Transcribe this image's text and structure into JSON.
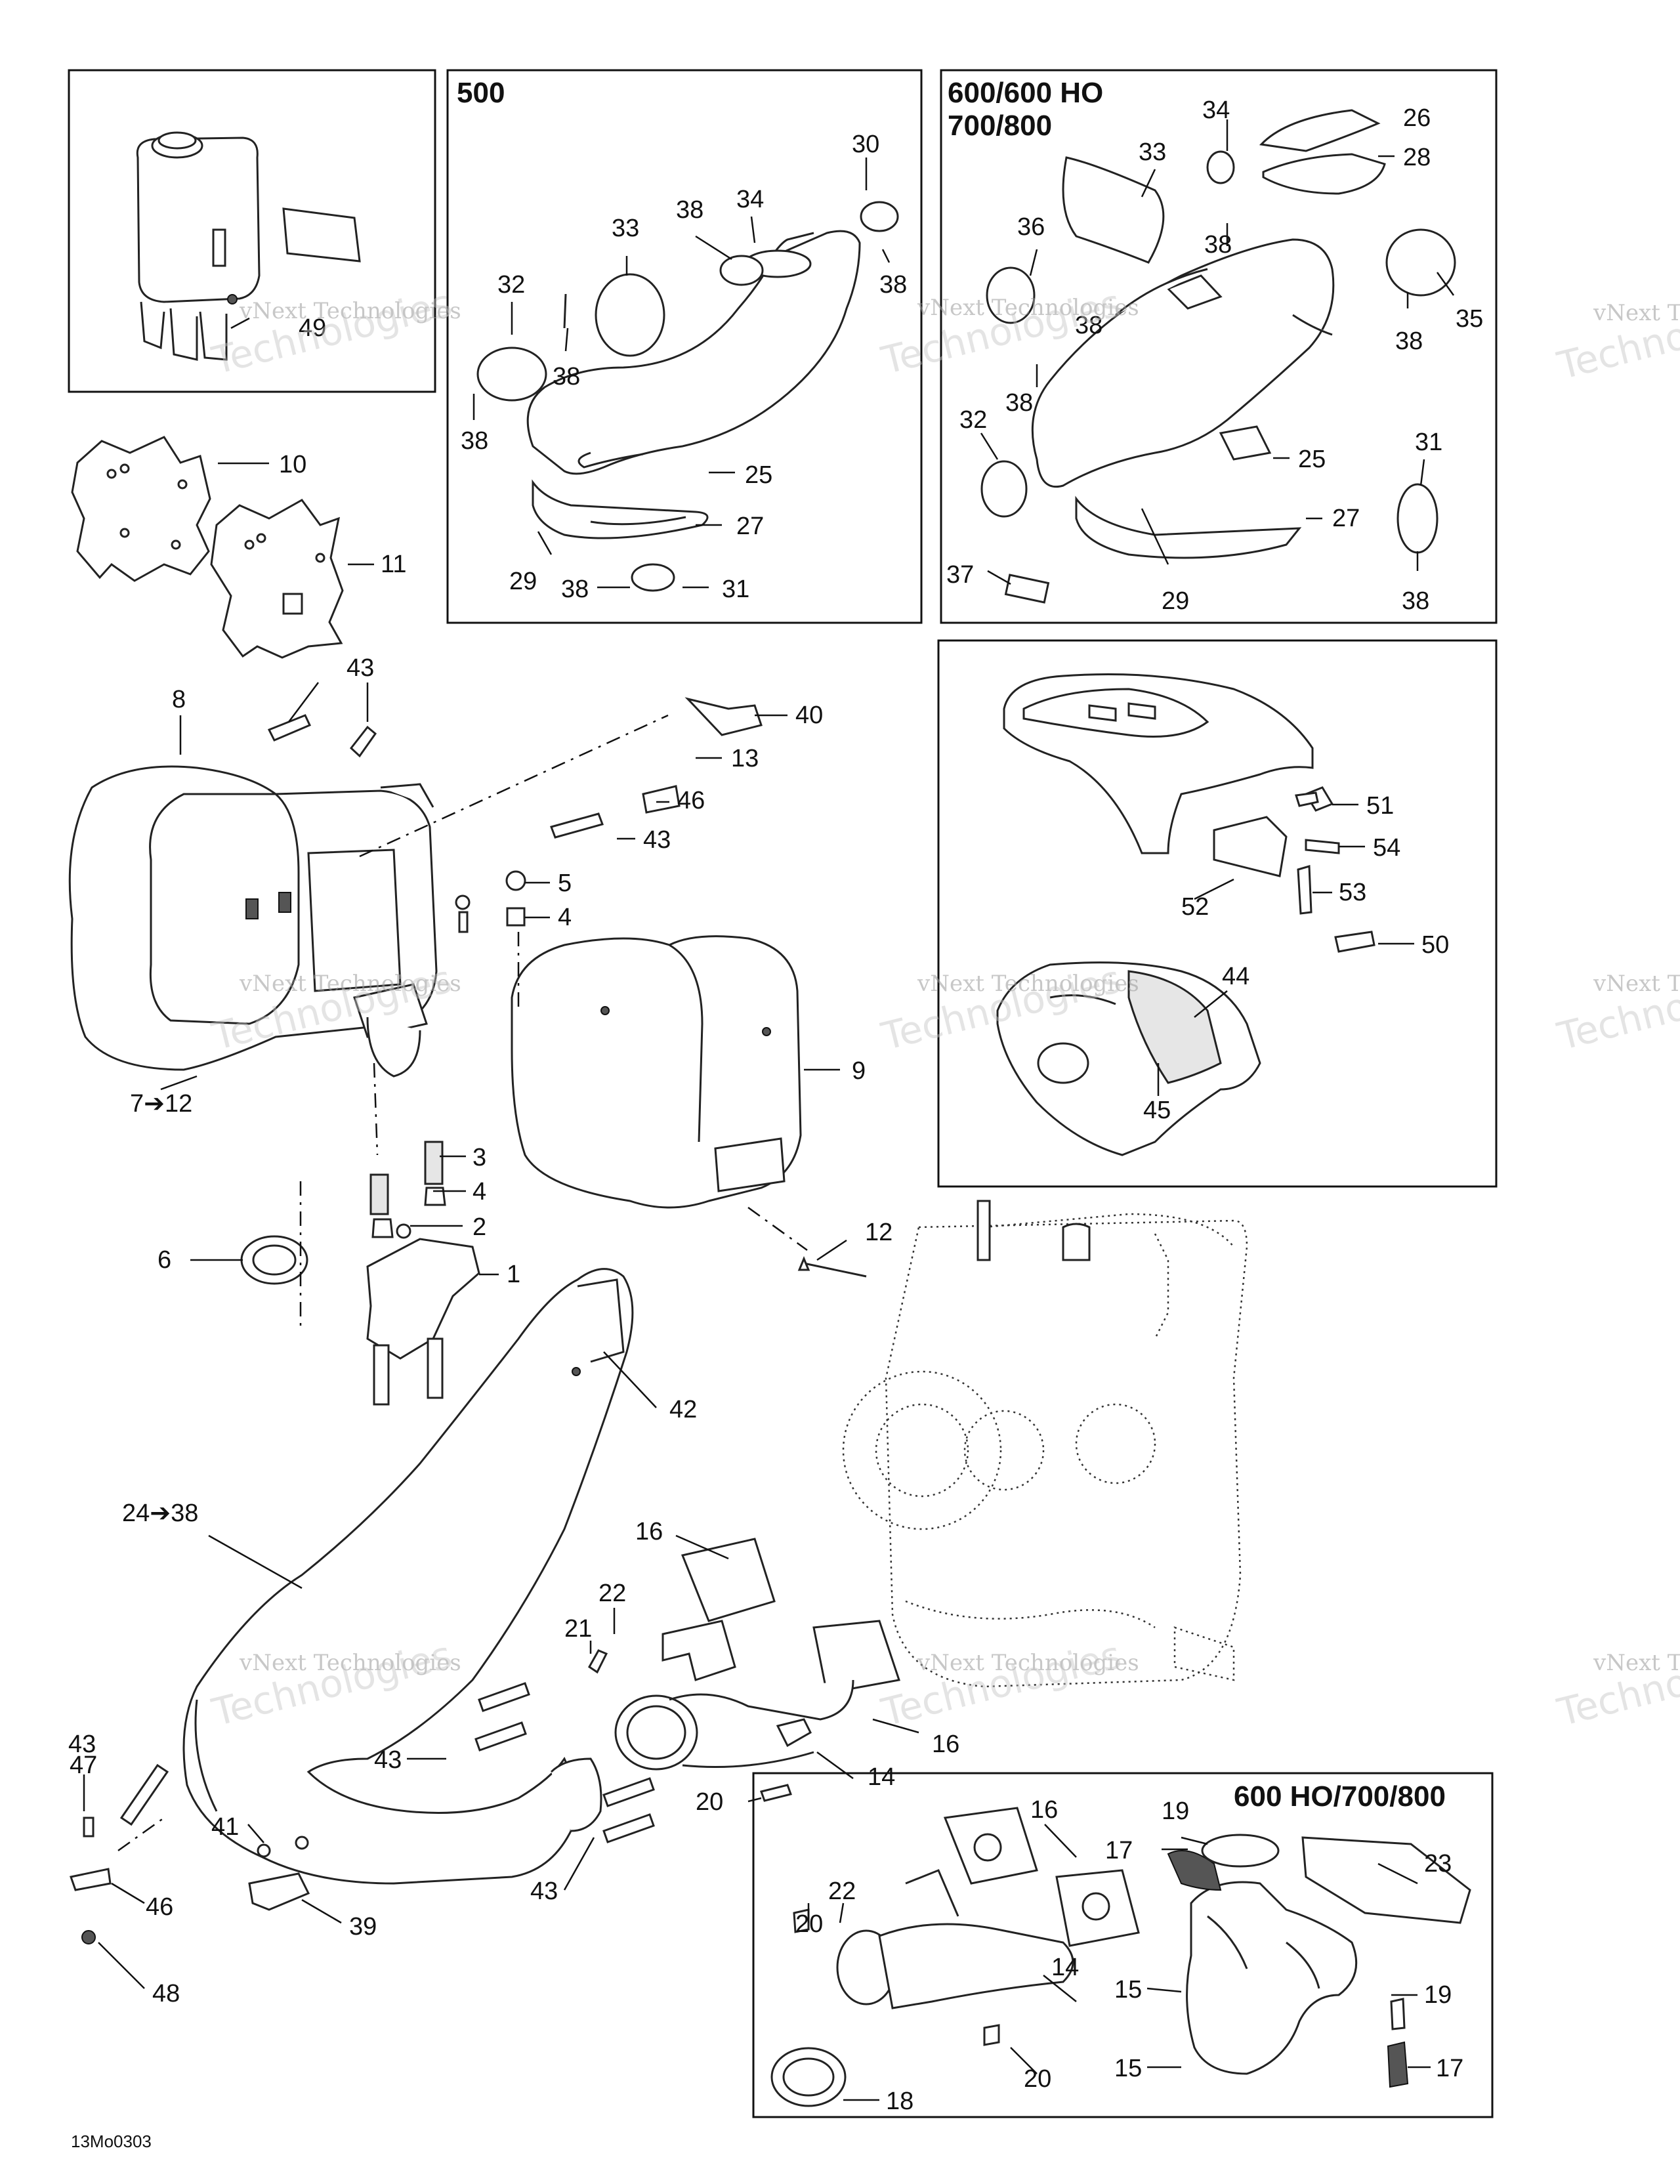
{
  "boxes": {
    "b500": "500",
    "b600_line1": "600/600 HO",
    "b600_line2": "700/800",
    "b600ho": "600 HO/700/800"
  },
  "labels": {
    "l49": "49",
    "l10": "10",
    "l11": "11",
    "l30": "30",
    "l33a": "33",
    "l38a": "38",
    "l34a": "34",
    "l32a": "32",
    "l38b": "38",
    "l38c": "38",
    "l38d": "38",
    "l25a": "25",
    "l27a": "27",
    "l29a": "29",
    "l38e": "38",
    "l31a": "31",
    "l34b": "34",
    "l26": "26",
    "l28": "28",
    "l33b": "33",
    "l36": "36",
    "l38f": "38",
    "l38g": "38",
    "l38h": "38",
    "l38i": "38",
    "l35": "35",
    "l32b": "32",
    "l25b": "25",
    "l31b": "31",
    "l27b": "27",
    "l37": "37",
    "l29b": "29",
    "l38j": "38",
    "l43a": "43",
    "l8": "8",
    "l40": "40",
    "l13": "13",
    "l46a": "46",
    "l43b": "43",
    "l5": "5",
    "l4a": "4",
    "l51": "51",
    "l54": "54",
    "l53": "53",
    "l52": "52",
    "l50": "50",
    "l44": "44",
    "l45": "45",
    "l7": "7➔12",
    "l9": "9",
    "l3": "3",
    "l4b": "4",
    "l2": "2",
    "l6": "6",
    "l1": "1",
    "l12": "12",
    "l42": "42",
    "l24": "24➔38",
    "l16a": "16",
    "l22a": "22",
    "l21": "21",
    "l43c": "43",
    "l43d": "43",
    "l47": "47",
    "l16b": "16",
    "l14a": "14",
    "l20a": "20",
    "l46b": "46",
    "l41": "41",
    "l43e": "43",
    "l39": "39",
    "l48": "48",
    "l16c": "16",
    "l19a": "19",
    "l17a": "17",
    "l23": "23",
    "l22b": "22",
    "l20b": "20",
    "l15a": "15",
    "l14b": "14",
    "l19b": "19",
    "l15b": "15",
    "l20c": "20",
    "l18": "18",
    "l17b": "17"
  },
  "footer": {
    "code": "13Mo0303"
  },
  "watermark": {
    "brand": "vNext Technologies",
    "short": "Technologies"
  }
}
